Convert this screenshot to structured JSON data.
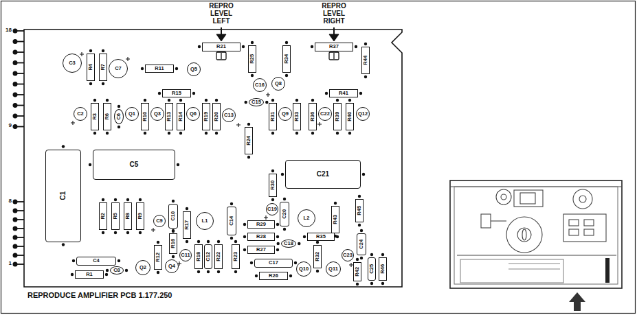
{
  "diagram": {
    "caption": "REPRODUCE AMPLIFIER PCB 1.177.250",
    "nodes": [
      {
        "text": [
          "C3"
        ]
      },
      {
        "text": [
          "R4"
        ]
      },
      {
        "text": [
          "R7"
        ]
      },
      {
        "text": [
          "C7"
        ]
      },
      {
        "text": [
          "R11"
        ]
      },
      {
        "text": [
          "Q5"
        ]
      },
      {
        "text": [
          "R21"
        ]
      },
      {
        "text": [
          "R25"
        ]
      },
      {
        "text": [
          "R34"
        ]
      },
      {
        "text": [
          "R37"
        ]
      },
      {
        "text": [
          "R44"
        ]
      },
      {
        "text": [
          "C16"
        ]
      },
      {
        "text": [
          "Q8"
        ]
      },
      {
        "text": [
          "R15"
        ]
      },
      {
        "text": [
          "C15"
        ]
      },
      {
        "text": [
          "R41"
        ]
      },
      {
        "text": [
          "C2"
        ]
      },
      {
        "text": [
          "R3"
        ]
      },
      {
        "text": [
          "R6"
        ]
      },
      {
        "text": [
          "C6"
        ]
      },
      {
        "text": [
          "Q1"
        ]
      },
      {
        "text": [
          "R10"
        ]
      },
      {
        "text": [
          "Q3"
        ]
      },
      {
        "text": [
          "R13"
        ]
      },
      {
        "text": [
          "R14"
        ]
      },
      {
        "text": [
          "Q6"
        ]
      },
      {
        "text": [
          "R19"
        ]
      },
      {
        "text": [
          "R20"
        ]
      },
      {
        "text": [
          "C13"
        ]
      },
      {
        "text": [
          "R24"
        ]
      },
      {
        "text": [
          "R31"
        ]
      },
      {
        "text": [
          "Q9"
        ]
      },
      {
        "text": [
          "R33"
        ]
      },
      {
        "text": [
          "R36"
        ]
      },
      {
        "text": [
          "C22"
        ]
      },
      {
        "text": [
          "R39"
        ]
      },
      {
        "text": [
          "R40"
        ]
      },
      {
        "text": [
          "Q12"
        ]
      },
      {
        "text": [
          "C1"
        ]
      },
      {
        "text": [
          "C5"
        ]
      },
      {
        "text": [
          "C21"
        ]
      },
      {
        "text": [
          "R2"
        ]
      },
      {
        "text": [
          "R5"
        ]
      },
      {
        "text": [
          "R8"
        ]
      },
      {
        "text": [
          "R9"
        ]
      },
      {
        "text": [
          "C9"
        ]
      },
      {
        "text": [
          "C10"
        ]
      },
      {
        "text": [
          "R17"
        ]
      },
      {
        "text": [
          "L1"
        ]
      },
      {
        "text": [
          "C14"
        ]
      },
      {
        "text": [
          "R30"
        ]
      },
      {
        "text": [
          "C19"
        ]
      },
      {
        "text": [
          "C20"
        ]
      },
      {
        "text": [
          "L2"
        ]
      },
      {
        "text": [
          "R43"
        ]
      },
      {
        "text": [
          "R45"
        ]
      },
      {
        "text": [
          "R29"
        ]
      },
      {
        "text": [
          "R28"
        ]
      },
      {
        "text": [
          "C18"
        ]
      },
      {
        "text": [
          "R35"
        ]
      },
      {
        "text": [
          "R27"
        ]
      },
      {
        "text": [
          "C4"
        ]
      },
      {
        "text": [
          "R16"
        ]
      },
      {
        "text": [
          "C11"
        ]
      },
      {
        "text": [
          "R18"
        ]
      },
      {
        "text": [
          "C12"
        ]
      },
      {
        "text": [
          "R22"
        ]
      },
      {
        "text": [
          "R23"
        ]
      },
      {
        "text": [
          "R32"
        ]
      },
      {
        "text": [
          "C17"
        ]
      },
      {
        "text": [
          "C24"
        ]
      },
      {
        "text": [
          "C23"
        ]
      },
      {
        "text": [
          "R1"
        ]
      },
      {
        "text": [
          "C8"
        ]
      },
      {
        "text": [
          "Q2"
        ]
      },
      {
        "text": [
          "R12"
        ]
      },
      {
        "text": [
          "Q4"
        ]
      },
      {
        "text": [
          "R26"
        ]
      },
      {
        "text": [
          "Q10"
        ]
      },
      {
        "text": [
          "Q11"
        ]
      },
      {
        "text": [
          "R42"
        ]
      },
      {
        "text": [
          "C25"
        ]
      },
      {
        "text": [
          "R46"
        ]
      }
    ],
    "labels": [
      "REPRO LEVEL LEFT",
      "REPRO LEVEL RIGHT",
      "18",
      "9",
      "8",
      "1"
    ]
  }
}
